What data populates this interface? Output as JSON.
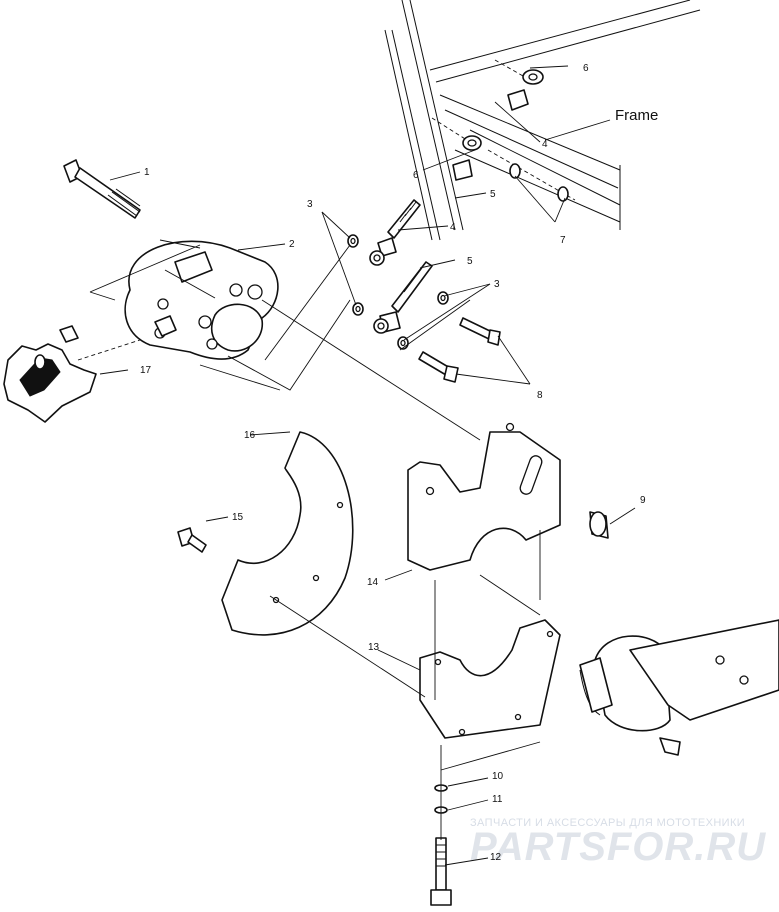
{
  "frame_label": "Frame",
  "watermark": {
    "tagline": "ЗАПЧАСТИ И АКСЕССУАРЫ ДЛЯ МОТОТЕХНИКИ",
    "brand": "PARTSFOR.RU"
  },
  "callouts": {
    "c1": "1",
    "c2": "2",
    "c3a": "3",
    "c3b": "3",
    "c4a": "4",
    "c4b": "4",
    "c5a": "5",
    "c5b": "5",
    "c6a": "6",
    "c6b": "6",
    "c7": "7",
    "c8": "8",
    "c9": "9",
    "c10": "10",
    "c11": "11",
    "c12": "12",
    "c13": "13",
    "c14": "14",
    "c15": "15",
    "c16": "16",
    "c17": "17"
  }
}
